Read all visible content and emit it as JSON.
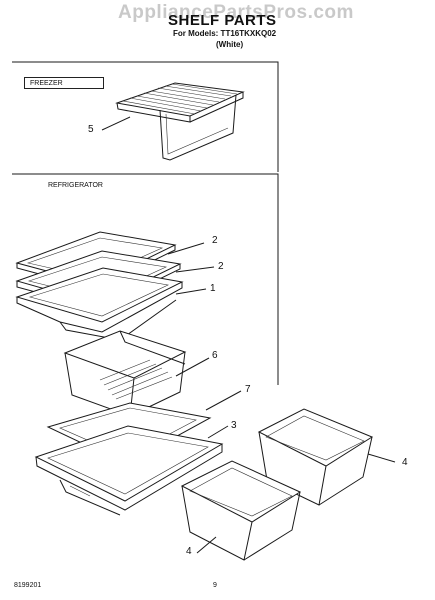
{
  "watermark": "AppliancePartsPros.com",
  "header": {
    "title": "SHELF PARTS",
    "models": "For Models: TT16TKXKQ02",
    "color": "(White)"
  },
  "sections": {
    "freezer": "FREEZER",
    "refrigerator": "REFRIGERATOR"
  },
  "callouts": [
    "5",
    "2",
    "2",
    "1",
    "6",
    "7",
    "3",
    "4",
    "4"
  ],
  "footer": {
    "doc_number": "8199201",
    "page": "9"
  }
}
